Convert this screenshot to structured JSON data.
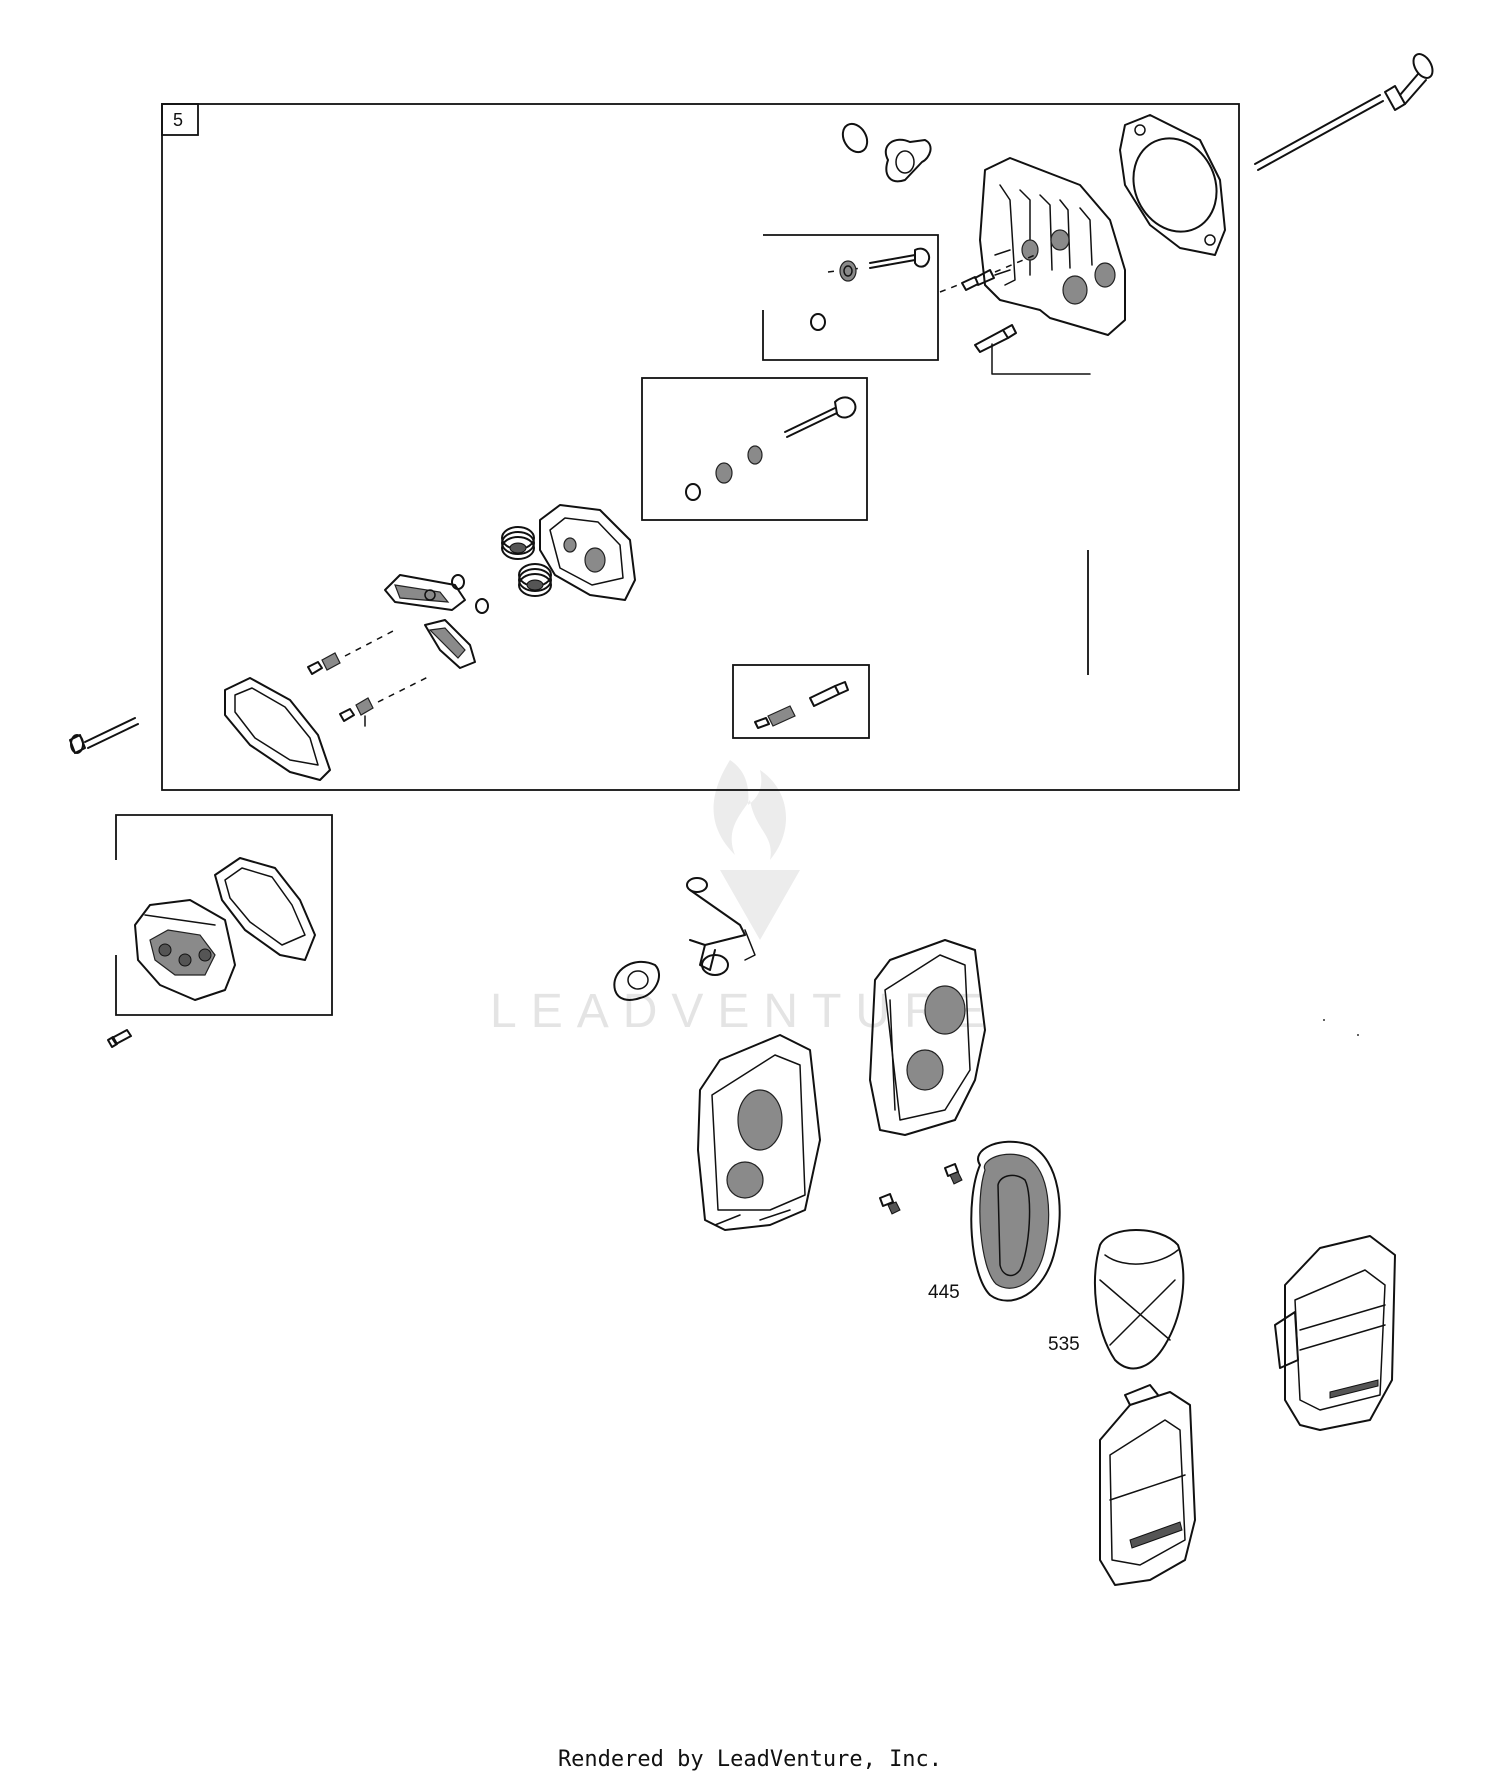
{
  "diagram": {
    "box_number": "5",
    "callouts": {
      "air_filter": "445",
      "pre_cleaner": "535"
    },
    "watermark": "LEADVENTURE"
  },
  "footer": {
    "text": "Rendered by LeadVenture, Inc."
  }
}
